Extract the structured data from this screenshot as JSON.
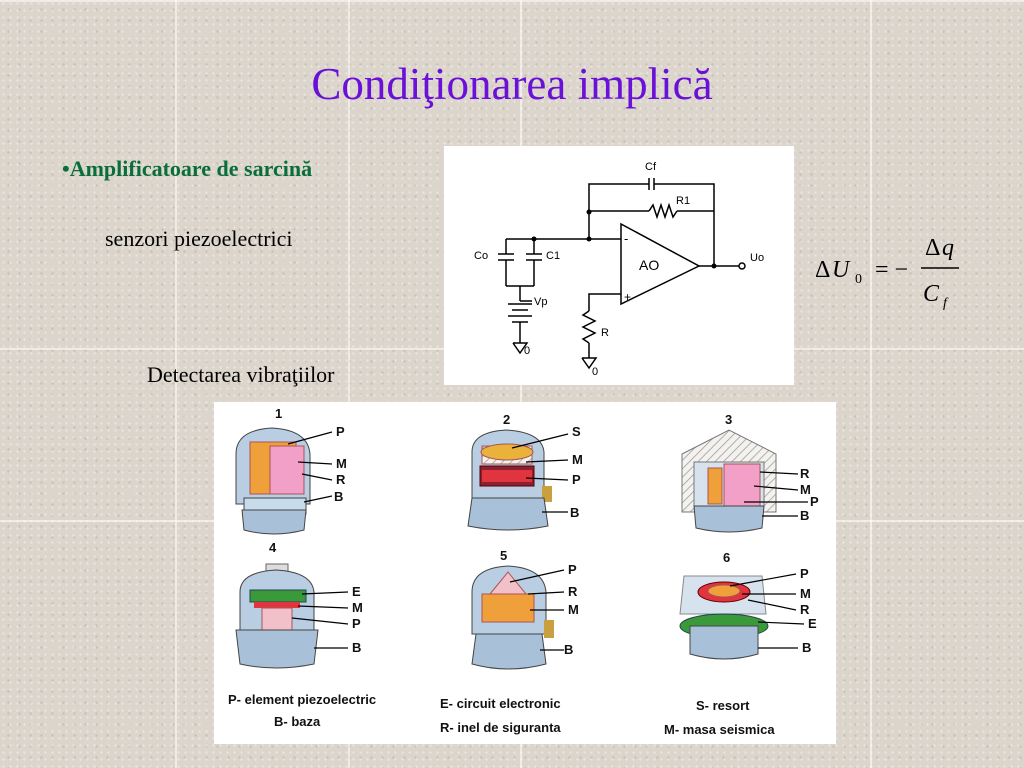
{
  "slide": {
    "title": "Condiţionarea implică",
    "bullet_marker": "•",
    "bullet": "Amplificatoare de sarcină",
    "subtext": "senzori piezoelectrici",
    "section": "Detectarea vibraţiilor"
  },
  "circuit": {
    "labels": {
      "cf": "Cf",
      "r1": "R1",
      "co": "Co",
      "c1": "C1",
      "vp": "Vp",
      "r": "R",
      "ao": "AO",
      "uo": "Uo",
      "gnd1": "0",
      "gnd2": "0",
      "minus": "-",
      "plus": "+"
    }
  },
  "formula": {
    "delta": "Δ",
    "lhs_var": "U",
    "lhs_sub": "0",
    "eq": "= −",
    "num": "q",
    "den_var": "C",
    "den_sub": "f"
  },
  "sensors": {
    "numbers": [
      "1",
      "2",
      "3",
      "4",
      "5",
      "6"
    ],
    "s1": [
      "P",
      "M",
      "R",
      "B"
    ],
    "s2": [
      "S",
      "M",
      "P",
      "B"
    ],
    "s3": [
      "R",
      "M",
      "P",
      "B"
    ],
    "s4": [
      "E",
      "M",
      "P",
      "B"
    ],
    "s5": [
      "P",
      "R",
      "M",
      "B"
    ],
    "s6": [
      "P",
      "M",
      "R",
      "E",
      "B"
    ],
    "legend": [
      "P- element piezoelectric",
      "B- baza",
      "E- circuit electronic",
      "R- inel de siguranta",
      "S- resort",
      "M- masa seismica"
    ]
  }
}
